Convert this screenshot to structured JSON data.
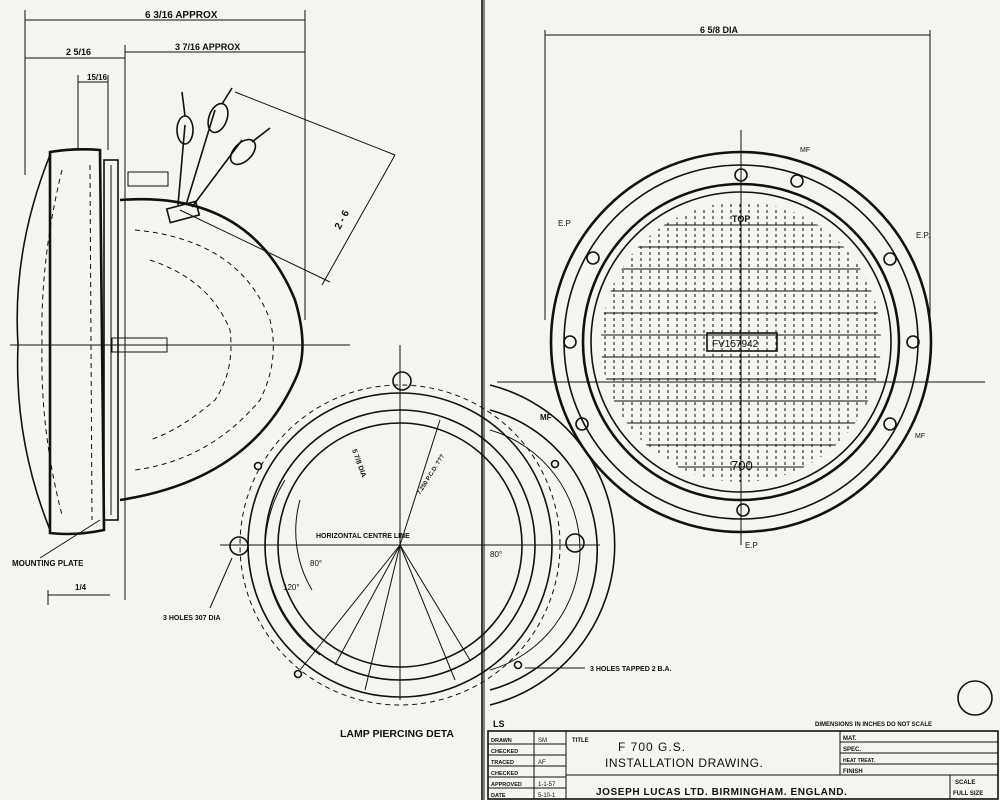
{
  "dimensions": {
    "overall_width": "6 3/16 APPROX",
    "depth": "3 7/16 APPROX",
    "flange": "2 5/16",
    "rim": "15/16",
    "terminal_reach": "2 - 6",
    "plate_thickness": "1/4",
    "lamp_dia": "6 5/8 DIA"
  },
  "side_view": {
    "mounting_plate": "MOUNTING PLATE"
  },
  "piercing": {
    "horizontal_centre_line": "HORIZONTAL CENTRE LINE",
    "angle_80": "80°",
    "angle_120": "120°",
    "dia_label": "5 7/8 DIA",
    "pcd_label": "7.250 P.C.D. ???",
    "holes_note": "3 HOLES 307 DIA",
    "caption": "LAMP PIERCING DETA"
  },
  "mounting_ring": {
    "angle_80": "80°",
    "mf": "MF",
    "holes_tapped": "3 HOLES TAPPED 2 B.A."
  },
  "front_view": {
    "top": "TOP",
    "part_number": "FV157942",
    "model": "700",
    "ep_top_left": "E.P",
    "ep_right": "E.P.",
    "ep_bottom": "E.P",
    "mf_top": "MF",
    "mf_right": "MF"
  },
  "title_block": {
    "ls": "LS",
    "dims_note": "DIMENSIONS IN INCHES DO NOT SCALE",
    "title_label": "TITLE",
    "title_line1": "F 700 G.S.",
    "title_line2": "INSTALLATION DRAWING.",
    "company": "JOSEPH LUCAS LTD. BIRMINGHAM. ENGLAND.",
    "rows": [
      {
        "label": "DRAWN",
        "value": "SM"
      },
      {
        "label": "CHECKED",
        "value": ""
      },
      {
        "label": "TRACED",
        "value": "AF"
      },
      {
        "label": "CHECKED",
        "value": ""
      },
      {
        "label": "APPROVED",
        "value": "1-1-57"
      },
      {
        "label": "DATE",
        "value": "5-10-1"
      }
    ],
    "mat": "MAT.",
    "spec": "SPEC.",
    "heat_treat": "HEAT TREAT.",
    "finish": "FINISH",
    "scale_label": "SCALE",
    "scale_value": "FULL SIZE"
  }
}
